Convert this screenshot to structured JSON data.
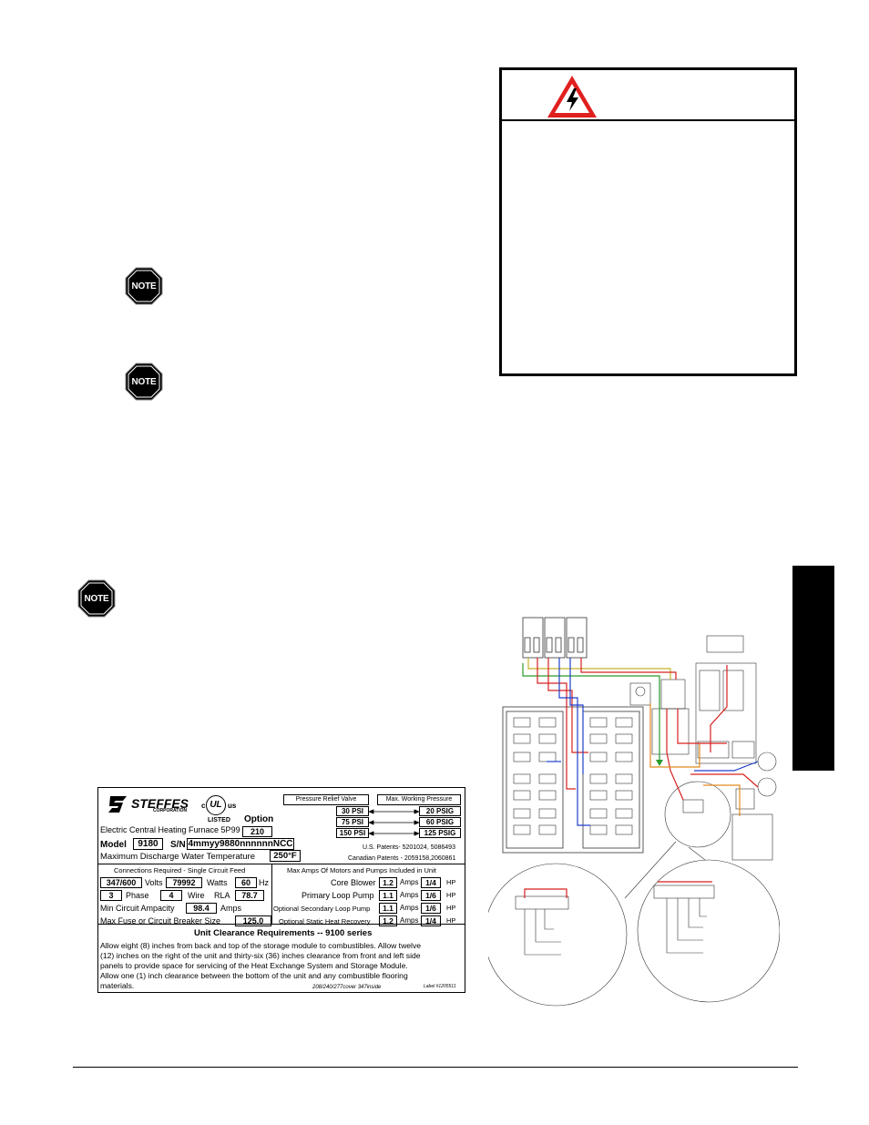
{
  "notes": {
    "label": "NOTE"
  },
  "label": {
    "brand_name": "STEFFES",
    "brand_sub": "CORPORATION",
    "ul_c": "c",
    "ul_mark": "UL",
    "ul_us": "us",
    "ul_listed": "LISTED",
    "option_label": "Option",
    "option_value": "210",
    "product": "Electric Central Heating Furnace 5P99",
    "model_label": "Model",
    "model_value": "9180",
    "sn_label": "S/N",
    "sn_value": "4mmyy9880nnnnnnNCC",
    "max_temp_label": "Maximum Discharge Water Temperature",
    "max_temp_value": "250°F",
    "relief_header": "Pressure Relief Valve",
    "working_header": "Max. Working Pressure",
    "relief_rows": [
      {
        "relief": "30 PSI",
        "working": "20 PSIG"
      },
      {
        "relief": "75 PSI",
        "working": "60 PSIG"
      },
      {
        "relief": "150 PSI",
        "working": "125 PSIG"
      }
    ],
    "us_patents": "U.S. Patents- 5201024, 5086493",
    "ca_patents": "Canadian Patents - 2059158,2060861",
    "conn_header": "Connections Required - Single Circuit Feed",
    "volts_value": "347/600",
    "volts_label": "Volts",
    "watts_value": "79992",
    "watts_label": "Watts",
    "hz_value": "60",
    "hz_label": "Hz",
    "phase_value": "3",
    "phase_label": "Phase",
    "wire_value": "4",
    "wire_label": "Wire",
    "rla_label": "RLA",
    "rla_value": "78.7",
    "mca_label": "Min Circuit Ampacity",
    "mca_value": "98.4",
    "mca_unit": "Amps",
    "fuse_label": "Max Fuse or Circuit Breaker Size",
    "fuse_value": "125.0",
    "motors_header": "Max Amps Of Motors and Pumps Included in Unit",
    "motors": [
      {
        "name": "Core Blower",
        "amps": "1.2",
        "hp": "1/4"
      },
      {
        "name": "Primary Loop Pump",
        "amps": "1.1",
        "hp": "1/6"
      },
      {
        "name": "Optional Secondary Loop Pump",
        "amps": "1.1",
        "hp": "1/6"
      },
      {
        "name": "Optional Static Heat Recovery",
        "amps": "1.2",
        "hp": "1/4"
      }
    ],
    "amps_unit": "Amps",
    "hp_unit": "HP",
    "clearance_title": "Unit Clearance Requirements -- 9100 series",
    "clearance_line1": "Allow eight (8) inches from back and top of the storage module to combustibles.  Allow twelve",
    "clearance_line2": "(12) inches on the right of the unit and thirty-six (36) inches clearance from front and left side",
    "clearance_line3": "panels to provide space for servicing of the Heat Exchange System and Storage Module.",
    "clearance_line4": "Allow one (1) inch clearance between the bottom of the unit and any combustible flooring",
    "clearance_line5": "materials.",
    "footer_left": "208/240/277cover 347inside",
    "footer_right": "Label #1205511"
  },
  "colors": {
    "warning_red": "#e0201f",
    "wire_red": "#d6201e",
    "wire_blue": "#1d3fcc",
    "wire_orange": "#e08a1c",
    "wire_green": "#2a9a2a",
    "wire_yellow": "#c7b22a"
  }
}
